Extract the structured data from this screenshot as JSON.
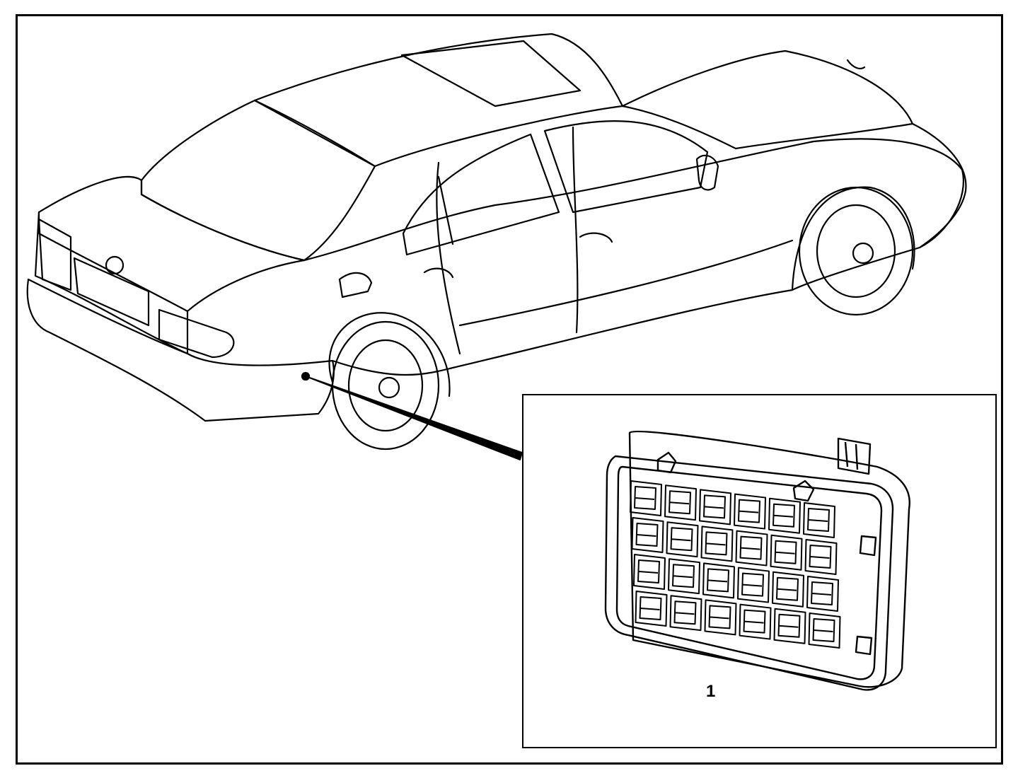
{
  "figure": {
    "callout_number": "1",
    "line_color": "#000000",
    "background": "#ffffff",
    "depicts": [
      "car-outline",
      "fuse-relay-box-detail",
      "leader-line"
    ]
  }
}
